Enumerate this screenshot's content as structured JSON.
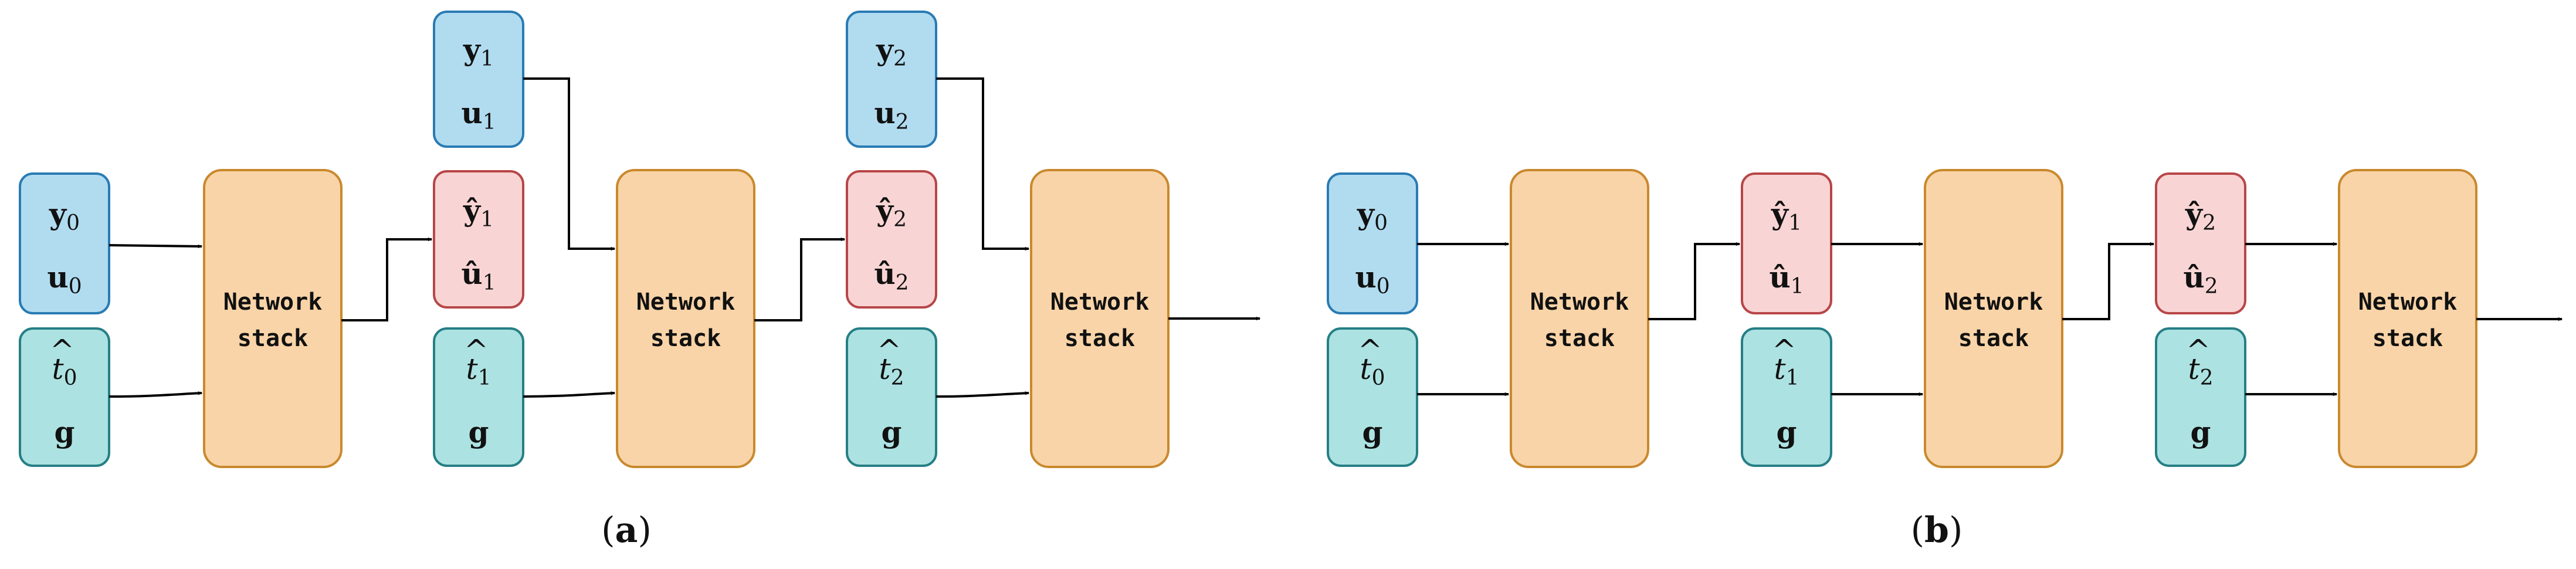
{
  "colors": {
    "measured_fill": "#b1dcf0",
    "predicted_fill": "#f8d5d4",
    "time_fill": "#ade2e2",
    "network_fill": "#f9d4a8"
  },
  "icons": {
    "arrow": "arrowhead-icon"
  },
  "network_label": [
    "Network",
    "stack"
  ],
  "panels": [
    {
      "caption": "a",
      "inputs": {
        "measured_0": [
          "y",
          "0",
          "u",
          "0"
        ],
        "time_0": [
          "t",
          "0",
          "g",
          ""
        ],
        "measured_1": [
          "y",
          "1",
          "u",
          "1"
        ],
        "predicted_1": [
          "ŷ",
          "1",
          "û",
          "1"
        ],
        "time_1": [
          "t",
          "1",
          "g",
          ""
        ],
        "measured_2": [
          "y",
          "2",
          "u",
          "2"
        ],
        "predicted_2": [
          "ŷ",
          "2",
          "û",
          "2"
        ],
        "time_2": [
          "t",
          "2",
          "g",
          ""
        ]
      }
    },
    {
      "caption": "b",
      "inputs": {
        "measured_0": [
          "y",
          "0",
          "u",
          "0"
        ],
        "time_0": [
          "t",
          "0",
          "g",
          ""
        ],
        "predicted_1": [
          "ŷ",
          "1",
          "û",
          "1"
        ],
        "time_1": [
          "t",
          "1",
          "g",
          ""
        ],
        "predicted_2": [
          "ŷ",
          "2",
          "û",
          "2"
        ],
        "time_2": [
          "t",
          "2",
          "g",
          ""
        ]
      }
    }
  ]
}
